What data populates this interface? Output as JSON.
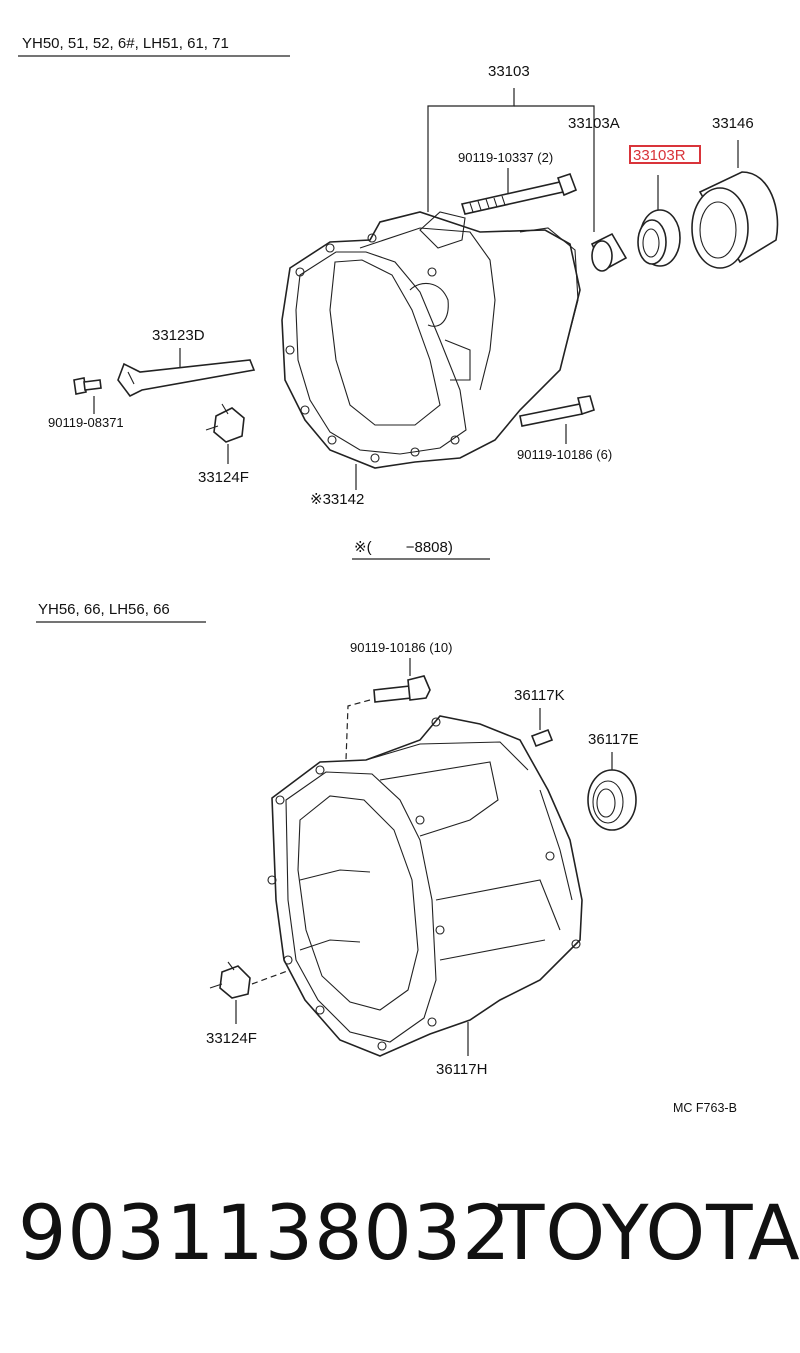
{
  "section1": {
    "header": "YH50, 51, 52, 6#, LH51, 61, 71",
    "labels": {
      "assembly": "33103",
      "part_a": "33103A",
      "part_b": "33103R",
      "part_c": "33146",
      "bolt_top": "90119-10337 (2)",
      "lever": "33123D",
      "bolt_small": "90119-08371",
      "clip": "33124F",
      "bolt_right": "90119-10186 (6)",
      "gasket": "※33142",
      "note": "※(　　 −8808)"
    }
  },
  "section2": {
    "header": "YH56, 66, LH56, 66",
    "labels": {
      "bolt_top": "90119-10186 (10)",
      "pin": "36117K",
      "seal": "36117E",
      "clip": "33124F",
      "housing": "36117H"
    }
  },
  "code": "MC  F763-B",
  "part_number": "9031138032",
  "brand": "TOYOTA",
  "colors": {
    "highlight": "#d9343a"
  }
}
